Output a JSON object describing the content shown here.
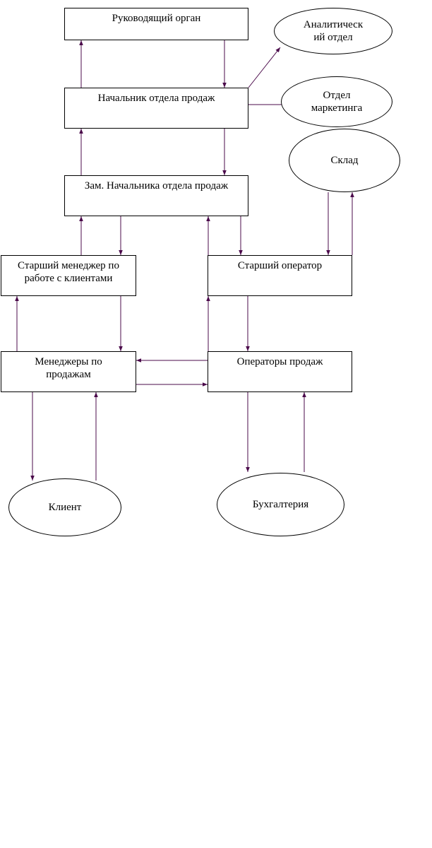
{
  "diagram": {
    "line_color": "#4b0b4b",
    "nodes": {
      "governing_body": "Руководящий орган",
      "sales_head": "Начальник отдела продаж",
      "deputy_head": "Зам. Начальника отдела продаж",
      "senior_manager": "Старший менеджер по\nработе с клиентами",
      "senior_operator": "Старший оператор",
      "sales_managers": "Менеджеры по\nпродажам",
      "sales_operators": "Операторы продаж",
      "analytics": "Аналитическ\nий отдел",
      "marketing": "Отдел\nмаркетинга",
      "warehouse": "Склад",
      "client": "Клиент",
      "accounting": "Бухгалтерия"
    }
  }
}
